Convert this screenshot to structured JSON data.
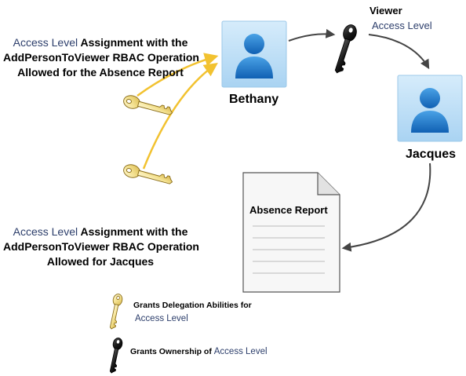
{
  "keyword": "Access Level",
  "persons": {
    "bethany": {
      "name": "Bethany"
    },
    "jacques": {
      "name": "Jacques"
    }
  },
  "viewer_label": "Viewer",
  "report": {
    "title": "Absence Report"
  },
  "captions": {
    "top": {
      "line1_rest": " Assignment with the",
      "line2": "AddPersonToViewer RBAC Operation",
      "line3": "Allowed for the Absence Report"
    },
    "bottom": {
      "line1_rest": " Assignment with the",
      "line2": "AddPersonToViewer RBAC Operation",
      "line3": "Allowed for Jacques"
    }
  },
  "legend": {
    "delegation_text": "Grants Delegation Abilities for",
    "ownership_text": "Grants Ownership of "
  },
  "colors": {
    "gold_key": "#f5e9a8",
    "gold_arrow": "#f2c230",
    "black_key": "#1a1a1a",
    "person_panel": "#bfe1f7",
    "keyword_text": "#2c3e6b"
  }
}
